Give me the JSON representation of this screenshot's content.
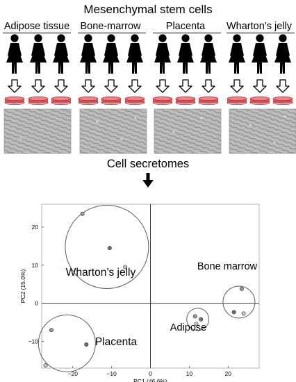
{
  "title": "Mesenchymal stem cells",
  "sources": [
    "Adipose tissue",
    "Bone-marrow",
    "Placenta",
    "Wharton’s jelly"
  ],
  "secretome_label": "Cell secretomes",
  "colors": {
    "dish": "#d9595f",
    "dish_rim": "#a83a3f",
    "cell_image": "#b5b5b5",
    "point_fill": "#8a8a8a"
  },
  "chart_data": {
    "type": "scatter",
    "xlabel": "PC1 (46.6%)",
    "ylabel": "PC2 (15.0%)",
    "xlim": [
      -28,
      28
    ],
    "ylim": [
      -17,
      26
    ],
    "xticks": [
      -20,
      -10,
      0,
      10,
      20
    ],
    "yticks": [
      -10,
      0,
      10,
      20
    ],
    "groups": [
      {
        "name": "Wharton’s jelly",
        "points": [
          [
            -17.5,
            23.5
          ],
          [
            -10.5,
            14.5
          ],
          [
            -6.5,
            9.5
          ]
        ]
      },
      {
        "name": "Placenta",
        "points": [
          [
            -25.5,
            -7.0
          ],
          [
            -16.5,
            -10.8
          ],
          [
            -27.0,
            -16.3
          ]
        ]
      },
      {
        "name": "Bone marrow",
        "points": [
          [
            23.5,
            3.8
          ],
          [
            21.5,
            -2.3
          ],
          [
            24.0,
            -2.7
          ]
        ]
      },
      {
        "name": "Adipose",
        "points": [
          [
            11.5,
            -3.4
          ],
          [
            13.0,
            -4.2
          ],
          [
            11.8,
            -5.4
          ]
        ]
      }
    ]
  }
}
